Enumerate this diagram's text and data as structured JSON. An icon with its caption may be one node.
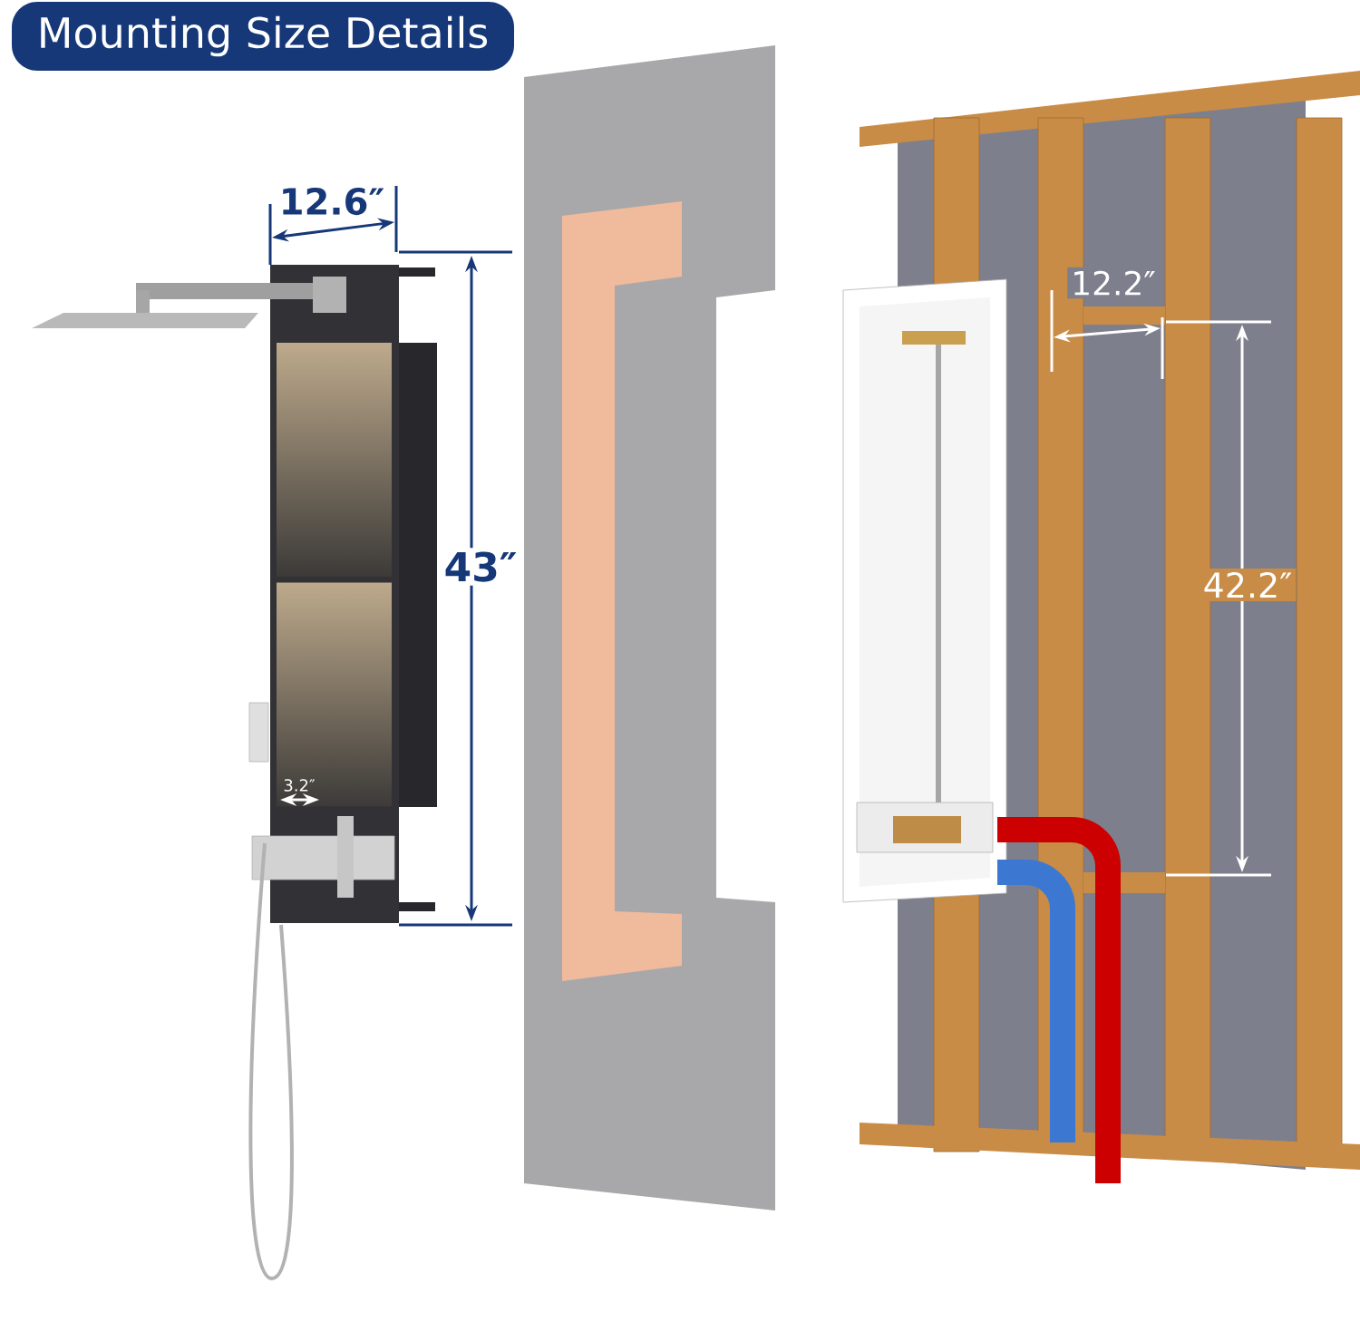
{
  "diagram": {
    "title": "Mounting Size Details",
    "labels": [
      "12.6″",
      "43″",
      "12.2″",
      "42.2″",
      "3.2″"
    ]
  }
}
